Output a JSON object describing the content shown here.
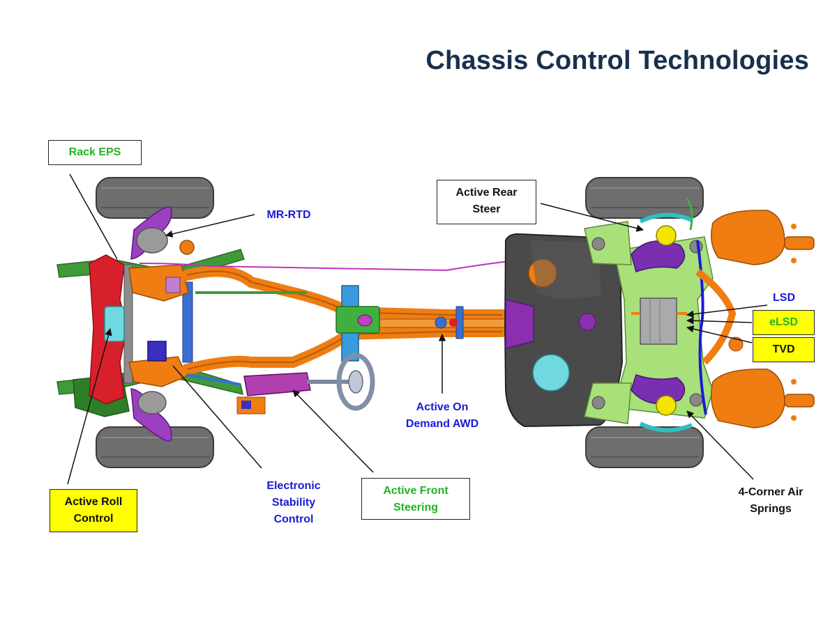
{
  "title": "Chassis Control Technologies",
  "colors": {
    "title": "#17304d",
    "blue_label": "#1a1ad6",
    "green_label": "#22b322",
    "black_label": "#111111",
    "highlight": "#ffff00",
    "frame_orange": "#ef7d12",
    "crossmember_red": "#d8202c",
    "tire_gray": "#6e6e6e",
    "tank_gray": "#4a4a4a",
    "subframe_green": "#a8e07a",
    "purple_part": "#7a2fb0"
  },
  "labels": {
    "rack_eps": "Rack EPS",
    "mr_rtd": "MR-RTD",
    "active_rear_steer": "Active Rear Steer",
    "lsd": "LSD",
    "elsd": "eLSD",
    "tvd": "TVD",
    "active_on_demand_awd": "Active On Demand AWD",
    "active_roll_control": "Active Roll Control",
    "electronic_stability_control": "Electronic Stability Control",
    "active_front_steering": "Active Front Steering",
    "four_corner_air_springs": "4-Corner Air Springs"
  }
}
